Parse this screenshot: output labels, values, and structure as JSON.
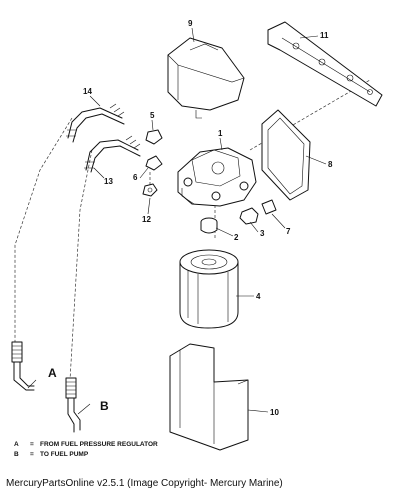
{
  "callouts": {
    "c1": "1",
    "c2": "2",
    "c3": "3",
    "c4": "4",
    "c5": "5",
    "c6": "6",
    "c7": "7",
    "c8": "8",
    "c9": "9",
    "c10": "10",
    "c11": "11",
    "c12": "12",
    "c13": "13",
    "c14": "14"
  },
  "letters": {
    "a": "A",
    "b": "B"
  },
  "legend": [
    {
      "key": "A",
      "sep": "=",
      "text": "FROM FUEL PRESSURE REGULATOR"
    },
    {
      "key": "B",
      "sep": "=",
      "text": "TO FUEL PUMP"
    }
  ],
  "footer": "MercuryPartsOnline v2.5.1 (Image Copyright- Mercury Marine)"
}
